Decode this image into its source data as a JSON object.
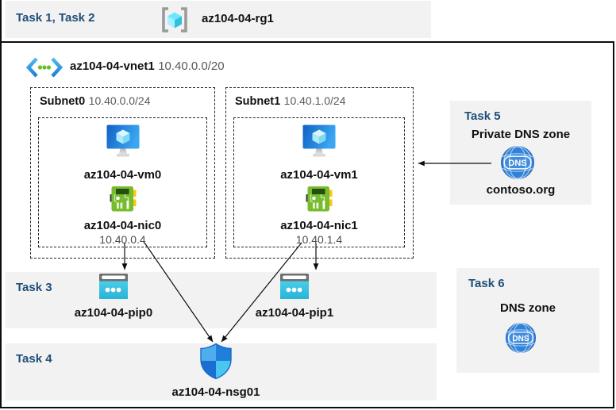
{
  "colors": {
    "task_label_blue": "#1f4e79",
    "band_bg": "#f2f2f2",
    "border_black": "#0d0d0d",
    "muted_text": "#595959",
    "pip_cyan": "#35c2e2",
    "nic_green": "#76bc2d",
    "vm_blue": "#1565c8",
    "dns_blue": "#2e82d9",
    "shield_blue": "#1f7fd9"
  },
  "icons": {
    "dns_text": "DNS"
  },
  "header": {
    "tasks_label": "Task 1, Task 2",
    "rg_icon": "resource-group-icon",
    "rg_name": "az104-04-rg1"
  },
  "vnet": {
    "icon": "virtual-network-icon",
    "name": "az104-04-vnet1",
    "cidr": "10.40.0.0/20"
  },
  "subnets": [
    {
      "name": "Subnet0",
      "cidr": "10.40.0.0/24",
      "vm_name": "az104-04-vm0",
      "nic_name": "az104-04-nic0",
      "nic_ip": "10.40.0.4"
    },
    {
      "name": "Subnet1",
      "cidr": "10.40.1.0/24",
      "vm_name": "az104-04-vm1",
      "nic_name": "az104-04-nic1",
      "nic_ip": "10.40.1.4"
    }
  ],
  "task3": {
    "label": "Task 3",
    "pips": [
      {
        "name": "az104-04-pip0"
      },
      {
        "name": "az104-04-pip1"
      }
    ]
  },
  "task4": {
    "label": "Task 4",
    "nsg_name": "az104-04-nsg01"
  },
  "task5": {
    "label": "Task 5",
    "title": "Private DNS zone",
    "zone_name": "contoso.org"
  },
  "task6": {
    "label": "Task 6",
    "title": "DNS zone"
  },
  "connections": [
    {
      "from": "az104-04-nic0",
      "to": "az104-04-pip0"
    },
    {
      "from": "az104-04-nic1",
      "to": "az104-04-pip1"
    },
    {
      "from": "az104-04-nic0",
      "to": "az104-04-nsg01"
    },
    {
      "from": "az104-04-nic1",
      "to": "az104-04-nsg01"
    },
    {
      "from": "contoso.org",
      "to": "az104-04-vnet1"
    }
  ]
}
